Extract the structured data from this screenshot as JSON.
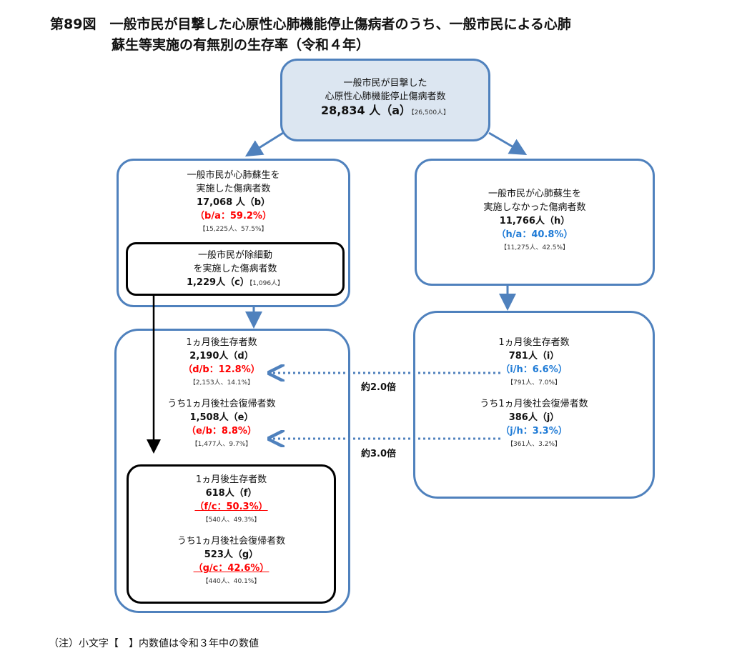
{
  "title": {
    "line1": "第89図　一般市民が目撃した心原性心肺機能停止傷病者のうち、一般市民による心肺",
    "line2": "蘇生等実施の有無別の生存率（令和４年）"
  },
  "top_box": {
    "line1": "一般市民が目撃した",
    "line2": "心原性心肺機能停止傷病者数",
    "count": "28,834 人（a）",
    "prev": "【26,500人】"
  },
  "cpr_box": {
    "line1": "一般市民が心肺蘇生を",
    "line2": "実施した傷病者数",
    "count": "17,068 人（b）",
    "ratio": "（b/a：59.2%）",
    "prev": "【15,225人、57.5%】"
  },
  "aed_box": {
    "line1": "一般市民が除細動",
    "line2": "を実施した傷病者数",
    "count": "1,229人（c）",
    "prev": "【1,096人】"
  },
  "no_cpr_box": {
    "line1": "一般市民が心肺蘇生を",
    "line2": "実施しなかった傷病者数",
    "count": "11,766人（h）",
    "ratio": "（h/a：40.8%）",
    "prev": "【11,275人、42.5%】"
  },
  "cpr_outcome": {
    "survive_label": "1ヵ月後生存者数",
    "survive_count": "2,190人（d）",
    "survive_ratio": "（d/b：12.8%）",
    "survive_prev": "【2,153人、14.1%】",
    "return_label": "うち1ヵ月後社会復帰者数",
    "return_count": "1,508人（e）",
    "return_ratio": "（e/b：8.8%）",
    "return_prev": "【1,477人、9.7%】"
  },
  "aed_outcome": {
    "survive_label": "1ヵ月後生存者数",
    "survive_count": "618人（f）",
    "survive_ratio": "（f/c：50.3%）",
    "survive_prev": "【540人、49.3%】",
    "return_label": "うち1ヵ月後社会復帰者数",
    "return_count": "523人（g）",
    "return_ratio": "（g/c：42.6%）",
    "return_prev": "【440人、40.1%】"
  },
  "no_cpr_outcome": {
    "survive_label": "1ヵ月後生存者数",
    "survive_count": "781人（i）",
    "survive_ratio": "（i/h：6.6%）",
    "survive_prev": "【791人、7.0%】",
    "return_label": "うち1ヵ月後社会復帰者数",
    "return_count": "386人（j）",
    "return_ratio": "（j/h：3.3%）",
    "return_prev": "【361人、3.2%】"
  },
  "comparisons": {
    "survive": "約2.0倍",
    "return": "約3.0倍"
  },
  "note": "（注）小文字【　】内数値は令和３年中の数値",
  "colors": {
    "box_border": "#4f81bd",
    "top_fill": "#dce6f1",
    "red": "#ff0000",
    "blue": "#1f7bd6"
  }
}
